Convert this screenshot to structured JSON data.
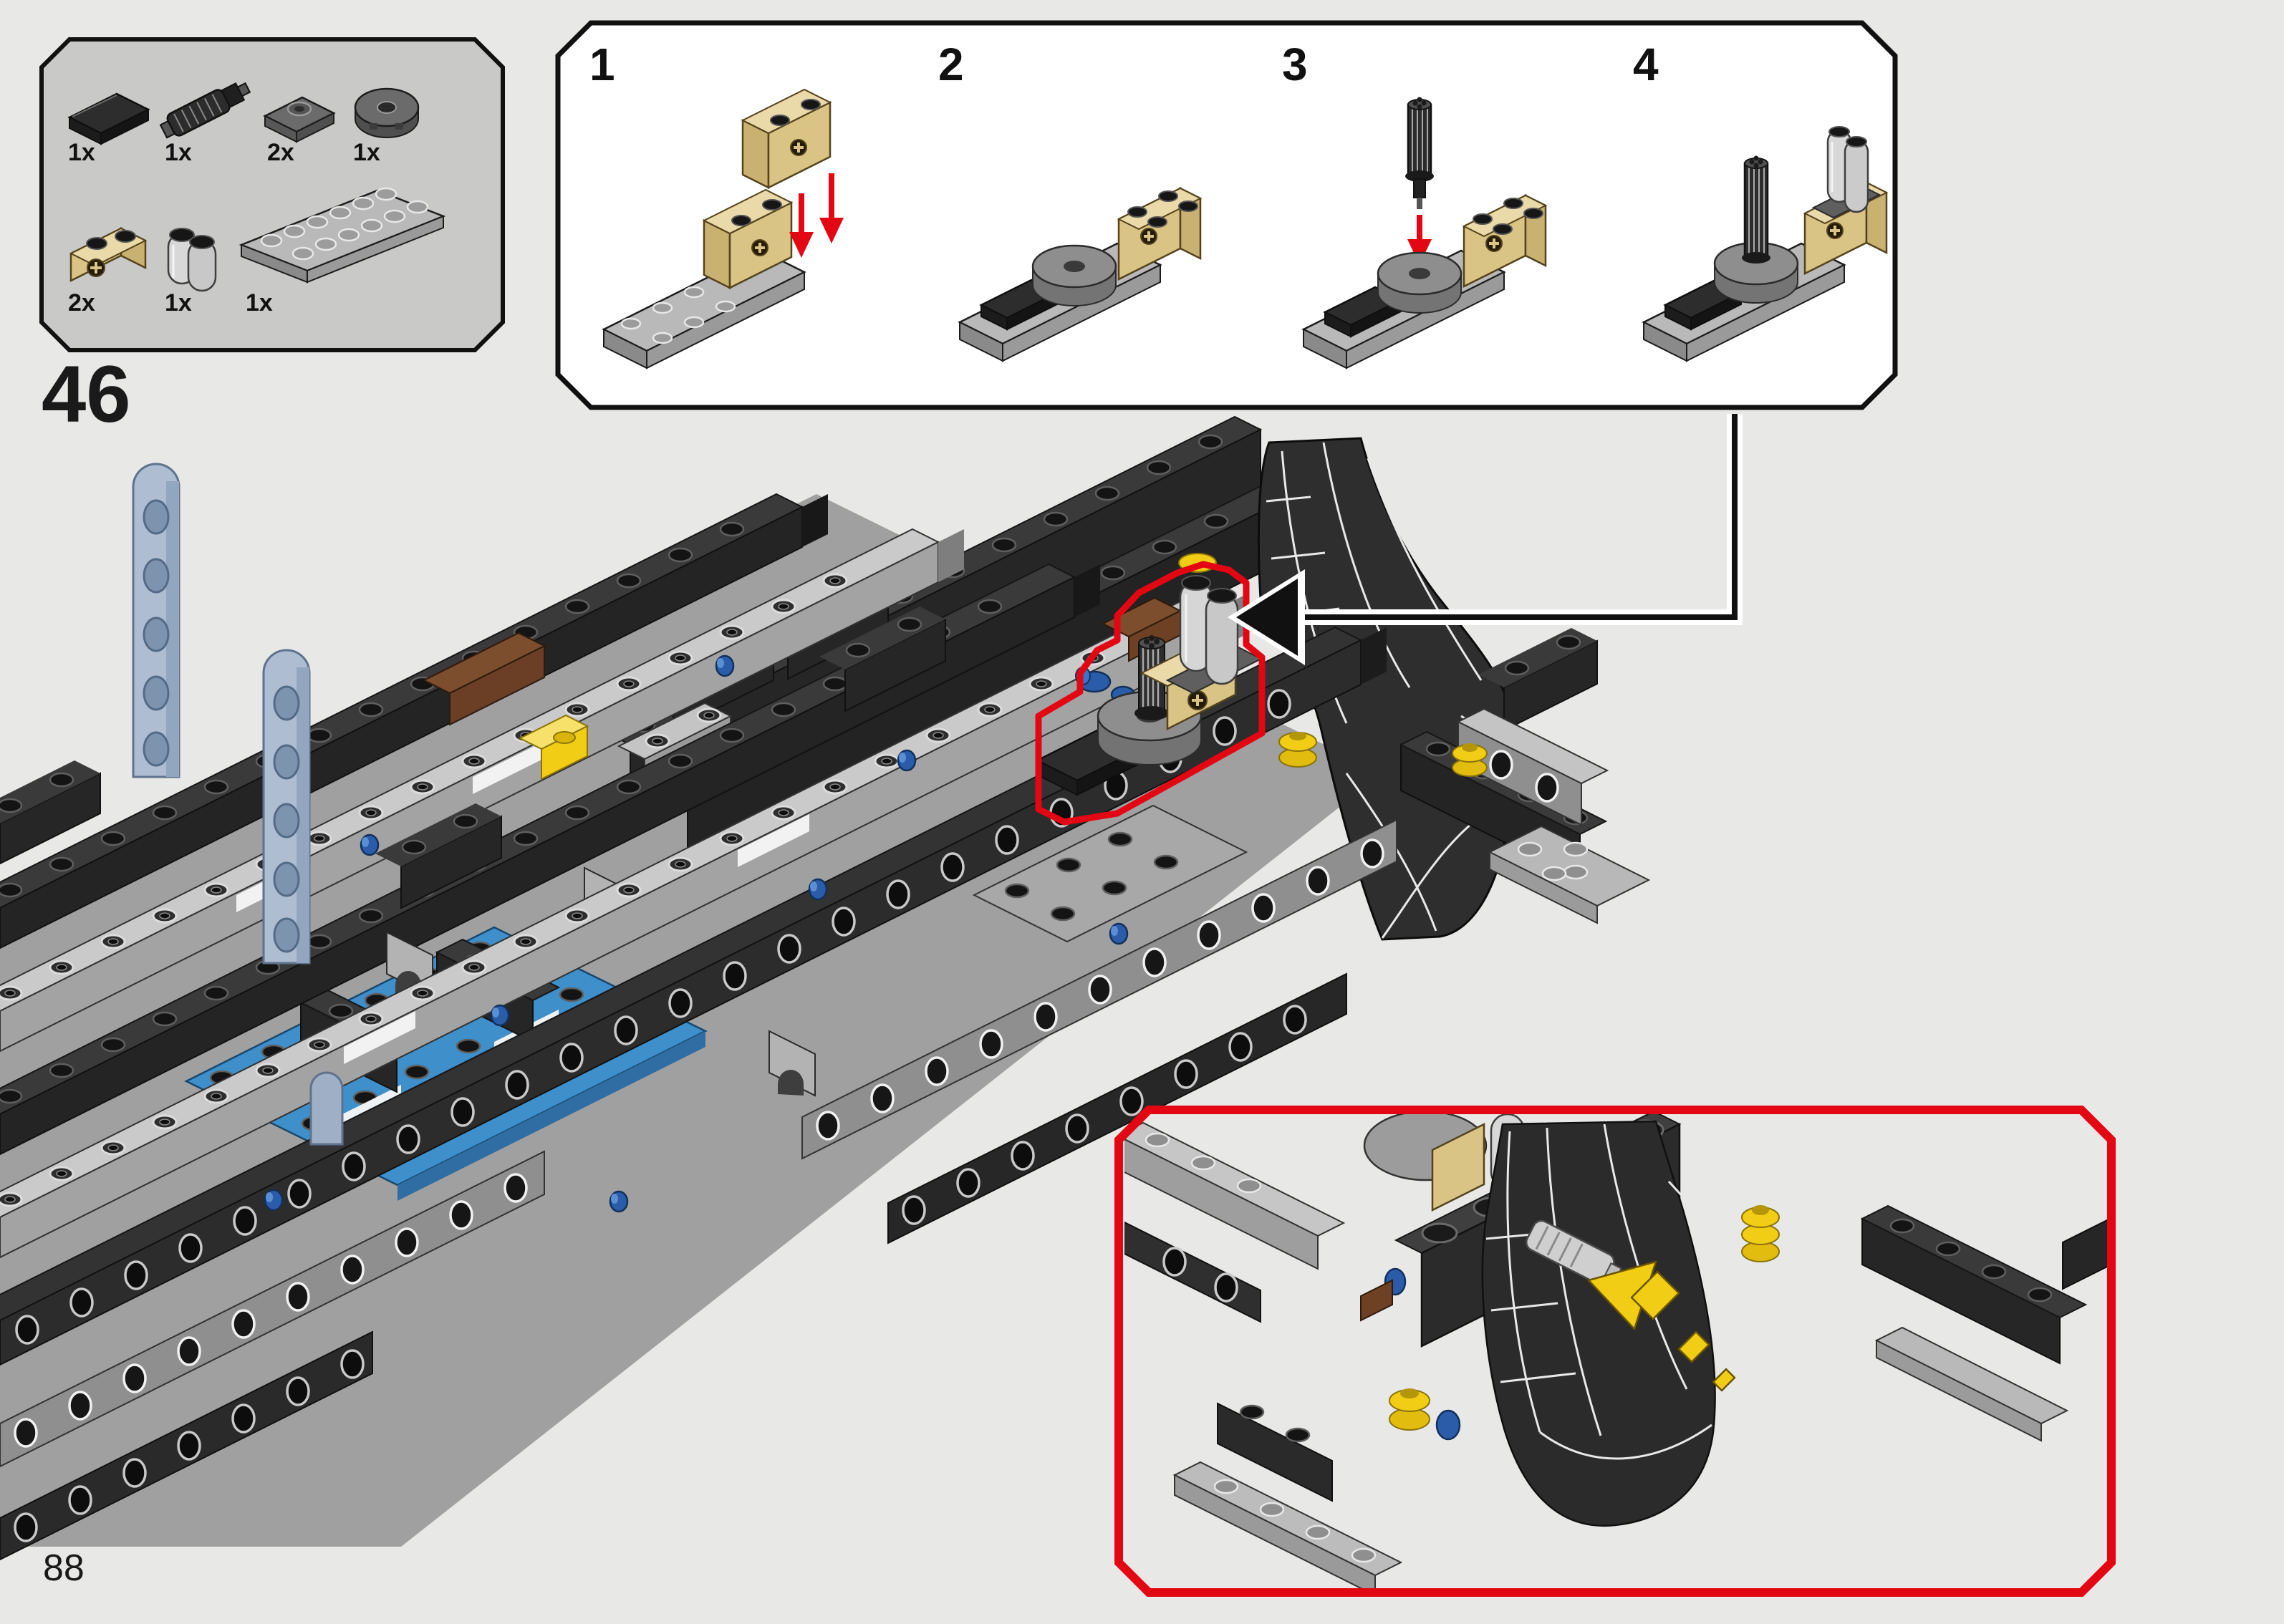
{
  "page": {
    "background_color": "#e8e8e7",
    "step_number": "46",
    "page_number": "88"
  },
  "parts_panel": {
    "parts": [
      {
        "name": "tile-2x2-black",
        "count": "1x"
      },
      {
        "name": "minigun-barrel-black",
        "count": "1x"
      },
      {
        "name": "jumper-plate-1x2-dark-gray",
        "count": "2x"
      },
      {
        "name": "round-tile-2x2-open-stud-dark-gray",
        "count": "1x"
      },
      {
        "name": "technic-brick-1x2-axle-hole-tan",
        "count": "2x"
      },
      {
        "name": "palisade-brick-1x2-light-gray",
        "count": "1x"
      },
      {
        "name": "plate-2x6-gray",
        "count": "1x"
      }
    ]
  },
  "steps_panel": {
    "substeps": [
      {
        "number": "1"
      },
      {
        "number": "2"
      },
      {
        "number": "3"
      },
      {
        "number": "4"
      }
    ]
  },
  "colors": {
    "highlight_red": "#e30613",
    "arrow_yellow": "#f2cd15",
    "tan": "#d9c385",
    "sand_blue": "#aebdd2",
    "medium_blue": "#3f8fcb",
    "pin_blue": "#2a5caa",
    "panel_white": "#ffffff",
    "parts_box_gray": "#c9c9c8",
    "outline_black": "#111111"
  }
}
